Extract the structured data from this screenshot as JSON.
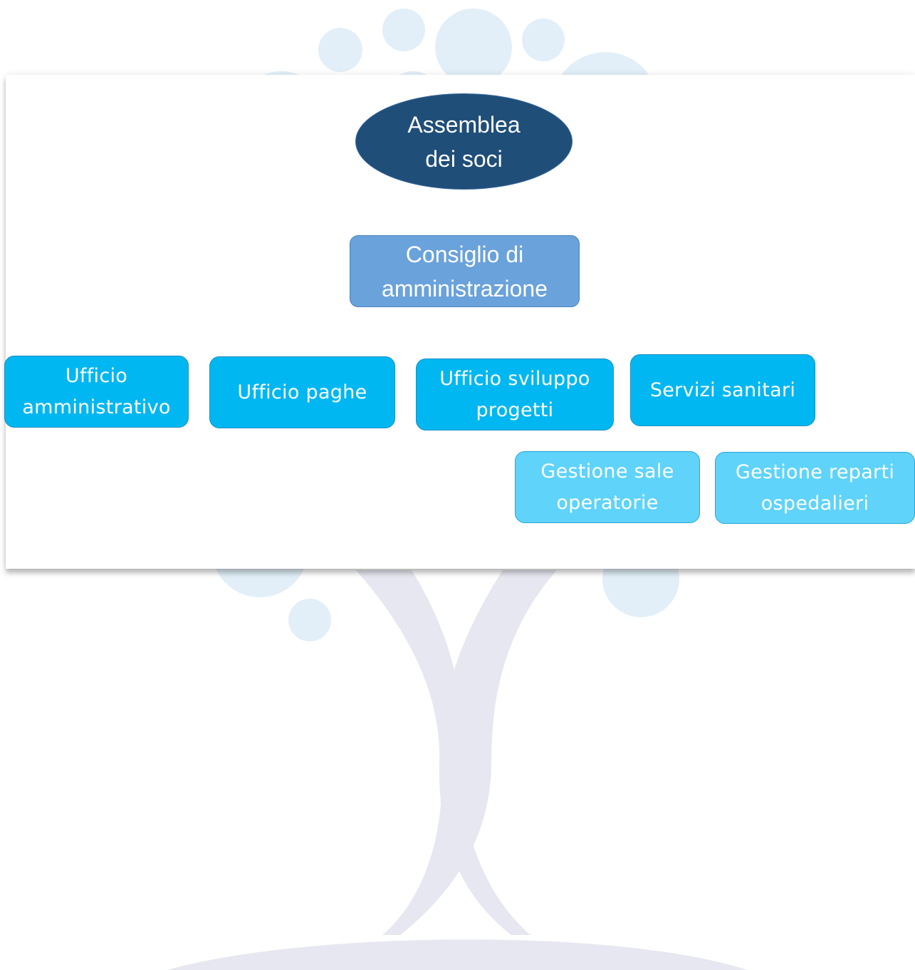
{
  "chart": {
    "root": "Assemblea\ndei soci",
    "board": "Consiglio di\namministrazione",
    "offices": [
      "Ufficio\namministrativo",
      "Ufficio paghe",
      "Ufficio sviluppo\nprogetti",
      "Servizi sanitari"
    ],
    "sub_units": [
      "Gestione sale\noperatorie",
      "Gestione reparti\nospedalieri"
    ]
  },
  "colors": {
    "root_fill": "#1f4e79",
    "board_fill": "#6aa2db",
    "office_fill": "#00b7f1",
    "sub_unit_fill": "#5fd3fa",
    "tree_trunk": "#e6e7f0",
    "tree_leaves": "#e2eff8"
  },
  "background_graphic": "stylized-tree-watermark"
}
